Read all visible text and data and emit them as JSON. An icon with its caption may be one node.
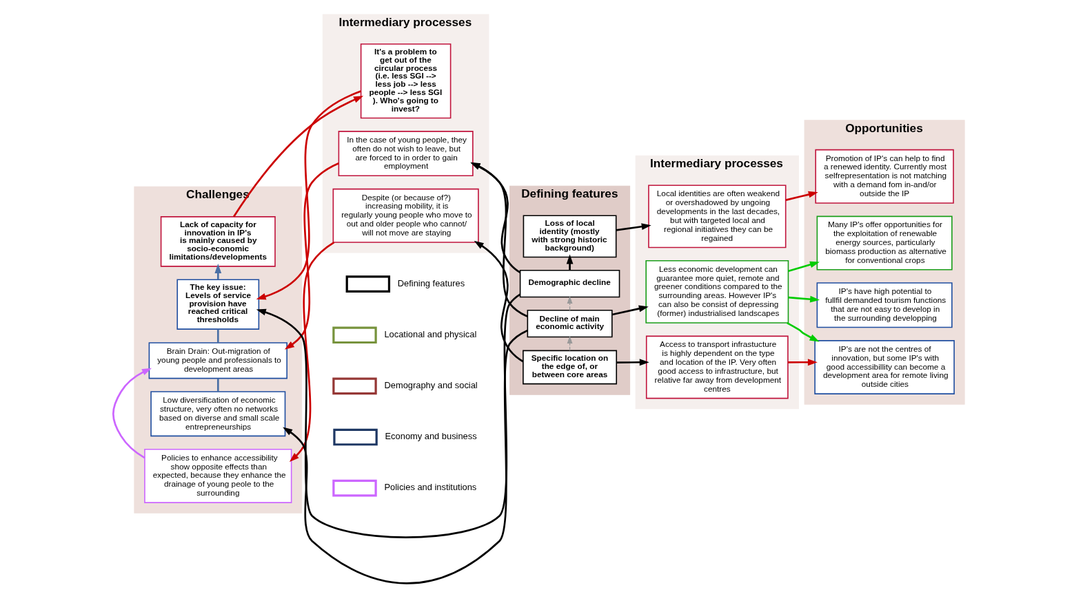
{
  "diagram": {
    "nodes": [
      {
        "text": [
          "Challenges"
        ]
      },
      {
        "text": [
          "Intermediary processes"
        ]
      },
      {
        "text": [
          "Defining features"
        ]
      },
      {
        "text": [
          "Intermediary processes"
        ]
      },
      {
        "text": [
          "Opportunities"
        ]
      },
      {
        "text": [
          "Policies to enhance accessibility show opposite effects than expected, because they enhance the drainage of young peole to the surrounding"
        ],
        "in": 0
      },
      {
        "text": [
          "Low diversification of economic structure, very often no networks based on diverse and small scale entrepreneurships"
        ],
        "in": 0
      },
      {
        "text": [
          "Brain Drain: Out-migration of young people and professionals to development areas"
        ],
        "in": 0
      },
      {
        "text": [
          "The key issue: Levels of service provision have reached critical thresholds"
        ],
        "in": 0
      },
      {
        "text": [
          "Lack of capacity for innovation in IP's is mainly caused by socio-economic limitations/developments"
        ],
        "in": 0
      },
      {
        "text": [
          "Despite (or because of?) increasing mobility, it is regularly young people who move to out and older people who cannot/ will not move are staying"
        ],
        "in": 1
      },
      {
        "text": [
          "In the case of young people, they often do not wish to leave, but are forced to in order to gain employment"
        ],
        "in": 1
      },
      {
        "text": [
          "It's a problem to get out of the circular process (i.e. less SGI --> less job --> less people --> less SGI ). Who's going to invest?"
        ],
        "in": 1
      },
      {
        "text": [
          "Specific location on the edge of, or between core areas"
        ],
        "in": 2
      },
      {
        "text": [
          "Decline of main economic activity"
        ],
        "in": 2
      },
      {
        "text": [
          "Demographic decline"
        ],
        "in": 2
      },
      {
        "text": [
          "Loss of local identity (mostly with strong historic background)"
        ],
        "in": 2
      },
      {
        "text": [
          "Access to transport infrastucture is highly dependent on the type and location of the IP. Very often good access to infrastructure, but relative far away from development centres"
        ],
        "in": 3
      },
      {
        "text": [
          "Less economic development can guarantee more quiet, remote and greener conditions compared to the surrounding areas. However IP's can also be consist of depressing (former) industrialised landscapes"
        ],
        "in": 3
      },
      {
        "text": [
          "Local identities are often weakend or overshadowed by ungoing developments in the last decades, but with targeted local and regional initiatives they can be regained"
        ],
        "in": 3
      },
      {
        "text": [
          "IP's are not the centres of innovation, but some IP's with good accessibillity can become a development area for remote living outside cities"
        ],
        "in": 4
      },
      {
        "text": [
          "IP's have high potential to fullfil demanded tourism functions that are not easy to develop in the surrounding developping"
        ],
        "in": 4
      },
      {
        "text": [
          "Many IP's offer opportunities for the exploitation of renewable energy sources, particularly biomass production as alternative for conventional crops"
        ],
        "in": 4
      },
      {
        "text": [
          "Promotion of IP's can help to find a renewed identity. Currently most selfrepresentation is not matching with a demand fom in-and/or outside the IP"
        ],
        "in": 4
      }
    ],
    "edges": [
      {
        "from": 13,
        "to": 10,
        "arrow": "to"
      },
      {
        "from": 10,
        "to": 5,
        "arrow": "to",
        "color": "#cc0000"
      },
      {
        "from": 13,
        "to": 17,
        "arrow": "to"
      },
      {
        "from": 17,
        "to": 20,
        "arrow": "to",
        "color": "#cc0000"
      },
      {
        "from": 13,
        "to": 14,
        "arrow": "to",
        "style": "dashed",
        "color": "#999999"
      },
      {
        "from": 14,
        "to": 6,
        "arrow": "to"
      },
      {
        "from": 14,
        "to": 11,
        "arrow": "to"
      },
      {
        "from": 14,
        "to": 18,
        "arrow": "to"
      },
      {
        "from": 14,
        "to": 15,
        "arrow": "to",
        "style": "dashed",
        "color": "#999999"
      },
      {
        "from": 5,
        "to": 7,
        "arrow": "to",
        "color": "#cc66ff"
      },
      {
        "from": 11,
        "to": 7,
        "arrow": "to",
        "color": "#cc0000"
      },
      {
        "from": 15,
        "to": 11,
        "arrow": "to"
      },
      {
        "from": 15,
        "to": 8,
        "arrow": "to"
      },
      {
        "from": 12,
        "to": 8,
        "arrow": "to",
        "color": "#cc0000"
      },
      {
        "from": 6,
        "to": 7,
        "arrow": "none",
        "color": "#4a6fa5"
      },
      {
        "from": 7,
        "to": 8,
        "arrow": "none",
        "color": "#4a6fa5"
      },
      {
        "from": 8,
        "to": 9,
        "arrow": "to",
        "color": "#4a6fa5"
      },
      {
        "from": 9,
        "to": 12,
        "arrow": "to",
        "color": "#cc0000"
      },
      {
        "from": 15,
        "to": 16,
        "arrow": "to"
      },
      {
        "from": 16,
        "to": 19,
        "arrow": "to"
      },
      {
        "from": 18,
        "to": 20,
        "arrow": "to",
        "color": "#00cc00"
      },
      {
        "from": 18,
        "to": 21,
        "arrow": "to",
        "color": "#00cc00"
      },
      {
        "from": 18,
        "to": 22,
        "arrow": "to",
        "color": "#00cc00"
      },
      {
        "from": 19,
        "to": 23,
        "arrow": "to",
        "color": "#cc0000"
      }
    ],
    "legend": [
      {
        "text": "Defining features",
        "color": "#000000"
      },
      {
        "text": "Locational and physical",
        "color": "#77933c"
      },
      {
        "text": "Demography and social",
        "color": "#953735"
      },
      {
        "text": "Economy and business",
        "color": "#1f3864"
      },
      {
        "text": "Policies and institutions",
        "color": "#cc66ff"
      }
    ]
  }
}
